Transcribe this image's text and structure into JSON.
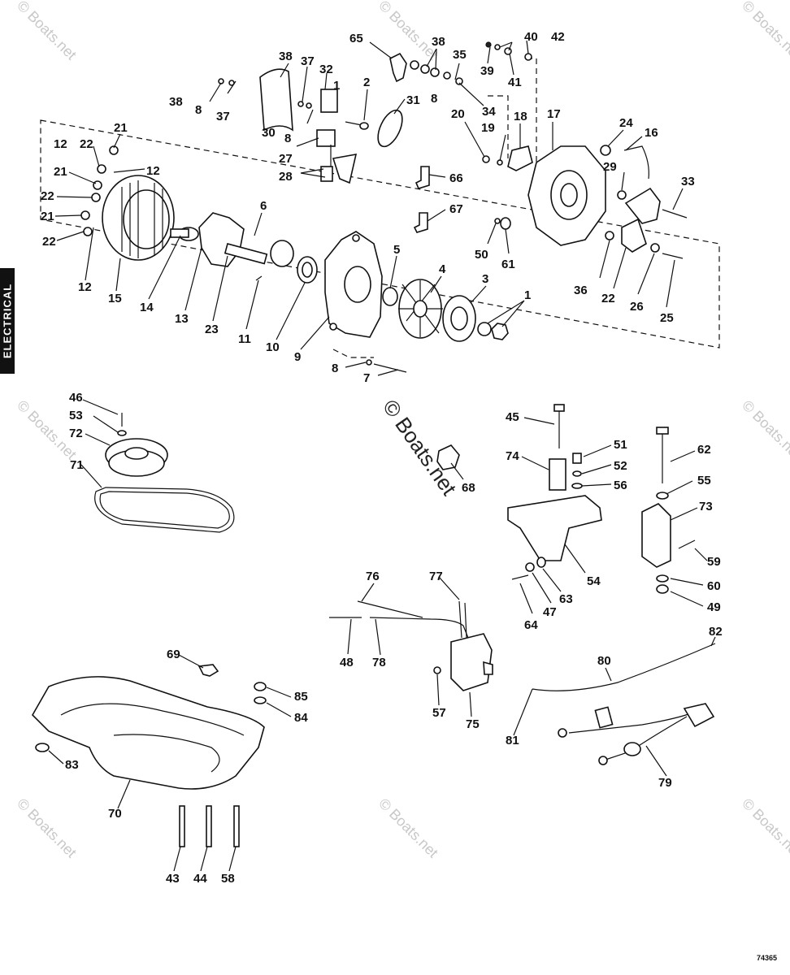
{
  "side_tab": "ELECTRICAL",
  "figure_code": "74365",
  "watermark": "© Boats.net",
  "callouts": [
    {
      "id": "c38a",
      "text": "38"
    },
    {
      "id": "c8a",
      "text": "8"
    },
    {
      "id": "c37a",
      "text": "37"
    },
    {
      "id": "c30",
      "text": "30"
    },
    {
      "id": "c38b",
      "text": "38"
    },
    {
      "id": "c37b",
      "text": "37"
    },
    {
      "id": "c32",
      "text": "32"
    },
    {
      "id": "c1a",
      "text": "1"
    },
    {
      "id": "c8b",
      "text": "8"
    },
    {
      "id": "c27",
      "text": "27"
    },
    {
      "id": "c28",
      "text": "28"
    },
    {
      "id": "c2",
      "text": "2"
    },
    {
      "id": "c31",
      "text": "31"
    },
    {
      "id": "c65",
      "text": "65"
    },
    {
      "id": "c38c",
      "text": "38"
    },
    {
      "id": "c8c",
      "text": "8"
    },
    {
      "id": "c35",
      "text": "35"
    },
    {
      "id": "c34",
      "text": "34"
    },
    {
      "id": "c40",
      "text": "40"
    },
    {
      "id": "c39",
      "text": "39"
    },
    {
      "id": "c41",
      "text": "41"
    },
    {
      "id": "c42",
      "text": "42"
    },
    {
      "id": "c20",
      "text": "20"
    },
    {
      "id": "c19",
      "text": "19"
    },
    {
      "id": "c18",
      "text": "18"
    },
    {
      "id": "c17",
      "text": "17"
    },
    {
      "id": "c24",
      "text": "24"
    },
    {
      "id": "c16",
      "text": "16"
    },
    {
      "id": "c66",
      "text": "66"
    },
    {
      "id": "c67",
      "text": "67"
    },
    {
      "id": "c29",
      "text": "29"
    },
    {
      "id": "c33",
      "text": "33"
    },
    {
      "id": "c50",
      "text": "50"
    },
    {
      "id": "c61",
      "text": "61"
    },
    {
      "id": "c36",
      "text": "36"
    },
    {
      "id": "c22a",
      "text": "22"
    },
    {
      "id": "c26",
      "text": "26"
    },
    {
      "id": "c25",
      "text": "25"
    },
    {
      "id": "c21a",
      "text": "21"
    },
    {
      "id": "c22b",
      "text": "22"
    },
    {
      "id": "c12a",
      "text": "12"
    },
    {
      "id": "c12b",
      "text": "12"
    },
    {
      "id": "c21b",
      "text": "21"
    },
    {
      "id": "c22c",
      "text": "22"
    },
    {
      "id": "c21c",
      "text": "21"
    },
    {
      "id": "c22d",
      "text": "22"
    },
    {
      "id": "c12c",
      "text": "12"
    },
    {
      "id": "c15",
      "text": "15"
    },
    {
      "id": "c14",
      "text": "14"
    },
    {
      "id": "c13",
      "text": "13"
    },
    {
      "id": "c23",
      "text": "23"
    },
    {
      "id": "c6",
      "text": "6"
    },
    {
      "id": "c11",
      "text": "11"
    },
    {
      "id": "c10",
      "text": "10"
    },
    {
      "id": "c9",
      "text": "9"
    },
    {
      "id": "c5",
      "text": "5"
    },
    {
      "id": "c4",
      "text": "4"
    },
    {
      "id": "c3",
      "text": "3"
    },
    {
      "id": "c1b",
      "text": "1"
    },
    {
      "id": "c8d",
      "text": "8"
    },
    {
      "id": "c7",
      "text": "7"
    },
    {
      "id": "c46",
      "text": "46"
    },
    {
      "id": "c53",
      "text": "53"
    },
    {
      "id": "c72",
      "text": "72"
    },
    {
      "id": "c71",
      "text": "71"
    },
    {
      "id": "c68",
      "text": "68"
    },
    {
      "id": "c45",
      "text": "45"
    },
    {
      "id": "c74",
      "text": "74"
    },
    {
      "id": "c51",
      "text": "51"
    },
    {
      "id": "c52",
      "text": "52"
    },
    {
      "id": "c56",
      "text": "56"
    },
    {
      "id": "c54",
      "text": "54"
    },
    {
      "id": "c64",
      "text": "64"
    },
    {
      "id": "c47",
      "text": "47"
    },
    {
      "id": "c63",
      "text": "63"
    },
    {
      "id": "c62",
      "text": "62"
    },
    {
      "id": "c55",
      "text": "55"
    },
    {
      "id": "c73",
      "text": "73"
    },
    {
      "id": "c59",
      "text": "59"
    },
    {
      "id": "c60",
      "text": "60"
    },
    {
      "id": "c49",
      "text": "49"
    },
    {
      "id": "c76",
      "text": "76"
    },
    {
      "id": "c77",
      "text": "77"
    },
    {
      "id": "c48",
      "text": "48"
    },
    {
      "id": "c78",
      "text": "78"
    },
    {
      "id": "c57",
      "text": "57"
    },
    {
      "id": "c75",
      "text": "75"
    },
    {
      "id": "c82",
      "text": "82"
    },
    {
      "id": "c80",
      "text": "80"
    },
    {
      "id": "c81",
      "text": "81"
    },
    {
      "id": "c79",
      "text": "79"
    },
    {
      "id": "c69",
      "text": "69"
    },
    {
      "id": "c85",
      "text": "85"
    },
    {
      "id": "c84",
      "text": "84"
    },
    {
      "id": "c83",
      "text": "83"
    },
    {
      "id": "c70",
      "text": "70"
    },
    {
      "id": "c43",
      "text": "43"
    },
    {
      "id": "c44",
      "text": "44"
    },
    {
      "id": "c58",
      "text": "58"
    }
  ]
}
